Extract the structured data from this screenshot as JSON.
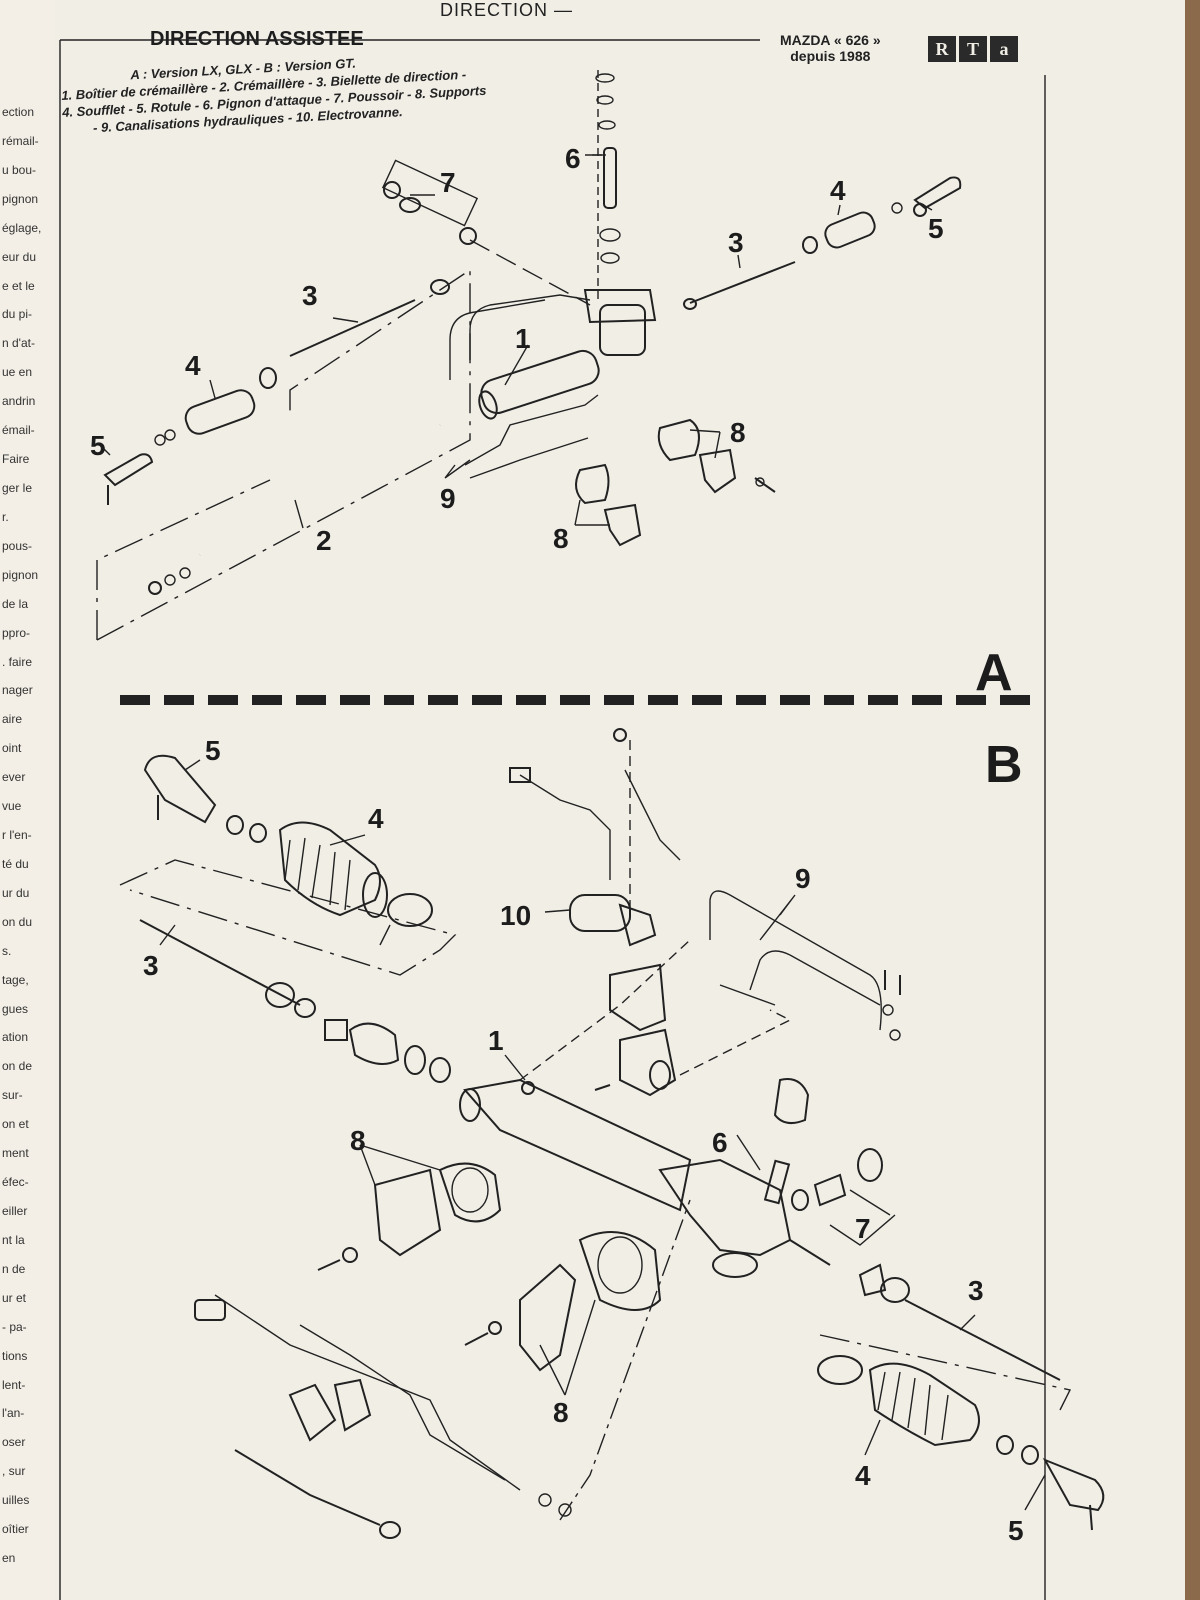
{
  "header": {
    "running_title": "DIRECTION —",
    "title": "DIRECTION ASSISTEE"
  },
  "brand": {
    "model": "MAZDA « 626 »",
    "since": "depuis 1988",
    "logo_letters": [
      "R",
      "T",
      "a"
    ]
  },
  "caption": {
    "line1": "A : Version LX, GLX - B : Version GT.",
    "line2": "1. Boîtier de crémaillère - 2. Crémaillère - 3. Biellette de direction -",
    "line3": "4. Soufflet - 5. Rotule - 6. Pignon d'attaque - 7. Poussoir - 8. Supports",
    "line4": "- 9. Canalisations hydrauliques - 10. Electrovanne."
  },
  "sections": {
    "a": "A",
    "b": "B"
  },
  "callouts_a": [
    "1",
    "2",
    "3",
    "3",
    "4",
    "4",
    "5",
    "5",
    "6",
    "7",
    "8",
    "8",
    "9"
  ],
  "callouts_b": [
    "1",
    "3",
    "3",
    "4",
    "4",
    "5",
    "5",
    "6",
    "7",
    "8",
    "8",
    "9",
    "10"
  ],
  "left_page_fragments": [
    "ection",
    "rémail-",
    "u bou-",
    "pignon",
    "églage,",
    "eur du",
    "e et le",
    "du pi-",
    "n d'at-",
    "ue en",
    "andrin",
    "émail-",
    "Faire",
    "ger le",
    "r.",
    "pous-",
    "pignon",
    "de la",
    "ppro-",
    ". faire",
    "nager",
    "aire",
    "oint",
    "ever",
    "vue",
    "r l'en-",
    "té du",
    "ur du",
    "on du",
    "s.",
    "tage,",
    "gues",
    "ation",
    "on de",
    "sur-",
    "on et",
    "ment",
    "éfec-",
    "eiller",
    "nt la",
    "n de",
    "ur et",
    "- pa-",
    "tions",
    "lent-",
    "l'an-",
    "oser",
    ", sur",
    "uilles",
    "oîtier",
    "en"
  ],
  "colors": {
    "paper": "#f1eee6",
    "ink": "#222222",
    "background": "#8a6a4a"
  }
}
